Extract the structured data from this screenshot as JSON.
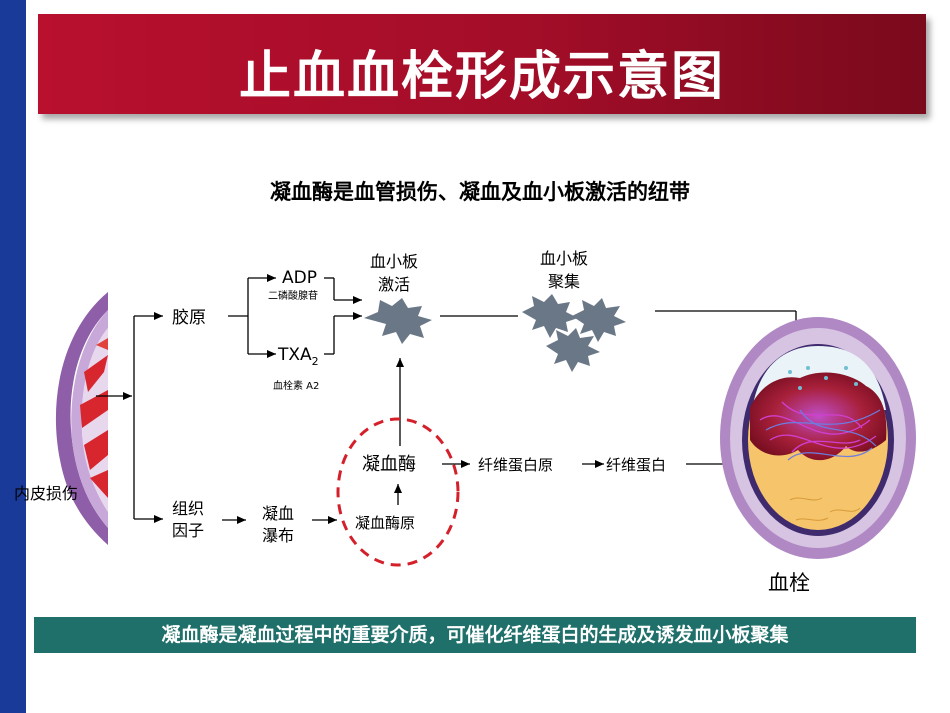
{
  "title": "止血血栓形成示意图",
  "subtitle": "凝血酶是血管损伤、凝血及血小板激活的纽带",
  "labels": {
    "endothelial_injury": "内皮损伤",
    "collagen": "胶原",
    "adp": "ADP",
    "adp_cn": "二磷酸腺苷",
    "txa": "TXA",
    "txa_sub": "2",
    "txa_cn": "血栓素 A2",
    "tissue_factor_1": "组织",
    "tissue_factor_2": "因子",
    "cascade_1": "凝血",
    "cascade_2": "瀑布",
    "platelet_activation_1": "血小板",
    "platelet_activation_2": "激活",
    "platelet_aggregation_1": "血小板",
    "platelet_aggregation_2": "聚集",
    "thrombin": "凝血酶",
    "prothrombin": "凝血酶原",
    "fibrinogen": "纤维蛋白原",
    "fibrin": "纤维蛋白",
    "thrombus": "血栓"
  },
  "footer": "凝血酶是凝血过程中的重要介质，可催化纤维蛋白的生成及诱发血小板聚集",
  "colors": {
    "title_band": "#b8102e",
    "side_bar": "#1a3a9a",
    "footer_bar": "#1f6f6a",
    "dashed_circle": "#d4202a",
    "platelet": "#6a7787"
  }
}
